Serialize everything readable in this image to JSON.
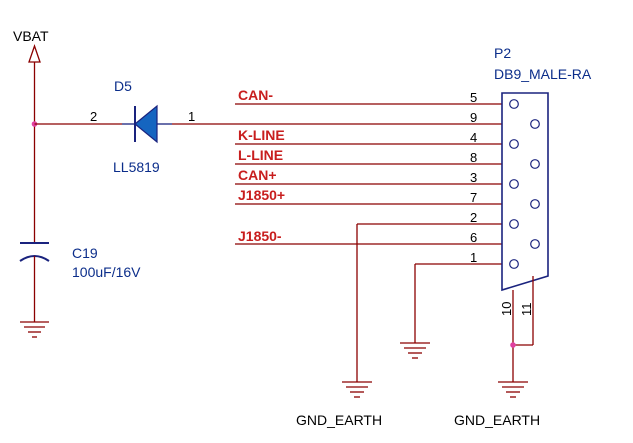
{
  "labels": {
    "vbat": "VBAT",
    "diode_ref": "D5",
    "diode_value": "LL5819",
    "diode_pin_a": "2",
    "diode_pin_k": "1",
    "cap_ref": "C19",
    "cap_value": "100uF/16V",
    "conn_ref": "P2",
    "conn_value": "DB9_MALE-RA",
    "gnd_left": "GND_EARTH",
    "gnd_right": "GND_EARTH",
    "shell_pin_a": "10",
    "shell_pin_b": "11"
  },
  "signals": [
    "CAN-",
    "K-LINE",
    "L-LINE",
    "CAN+",
    "J1850+",
    "J1850-"
  ],
  "pins": [
    "5",
    "9",
    "4",
    "8",
    "3",
    "7",
    "2",
    "6",
    "1"
  ],
  "colors": {
    "net_label": "#c81e1e",
    "wire": "#8b0000",
    "component": "#1a237e",
    "junction": "#e040a0"
  }
}
